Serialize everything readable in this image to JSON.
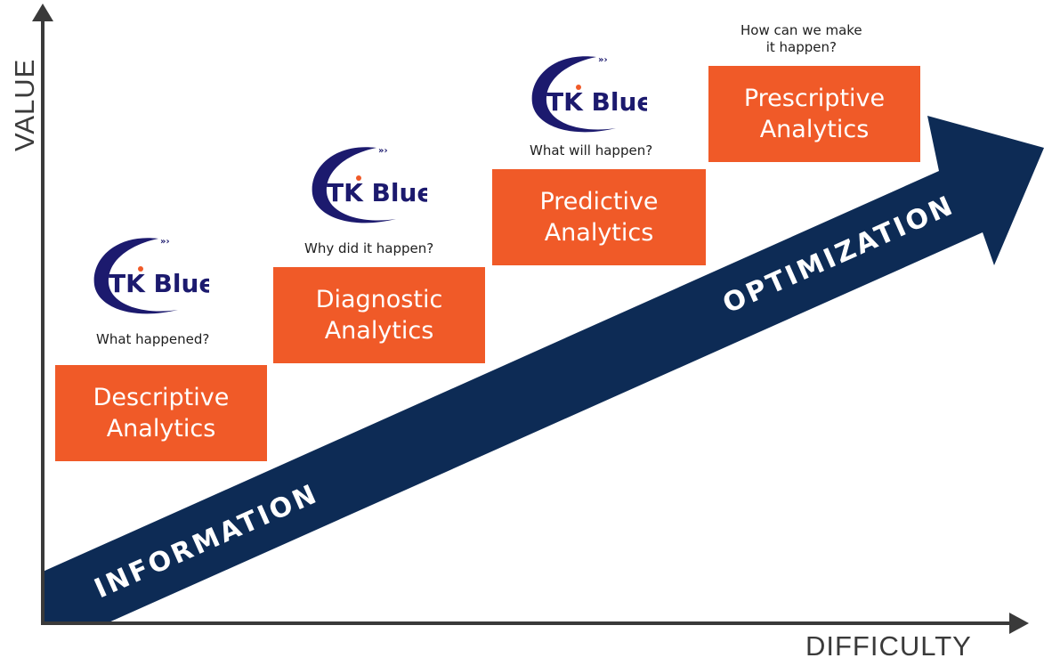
{
  "axes": {
    "y_label": "VALUE",
    "x_label": "DIFFICULTY"
  },
  "arrow": {
    "label_low": "INFORMATION",
    "label_high": "OPTIMIZATION",
    "color": "#0d2b55"
  },
  "accent": "#f05a28",
  "logo": {
    "text": "TK Blue",
    "icon": "tk-blue-logo"
  },
  "stages": [
    {
      "line1": "Descriptive",
      "line2": "Analytics",
      "question": "What happened?"
    },
    {
      "line1": "Diagnostic",
      "line2": "Analytics",
      "question": "Why did it happen?"
    },
    {
      "line1": "Predictive",
      "line2": "Analytics",
      "question": "What will happen?"
    },
    {
      "line1": "Prescriptive",
      "line2": "Analytics",
      "question_line1": "How can we make",
      "question_line2": "it happen?"
    }
  ]
}
